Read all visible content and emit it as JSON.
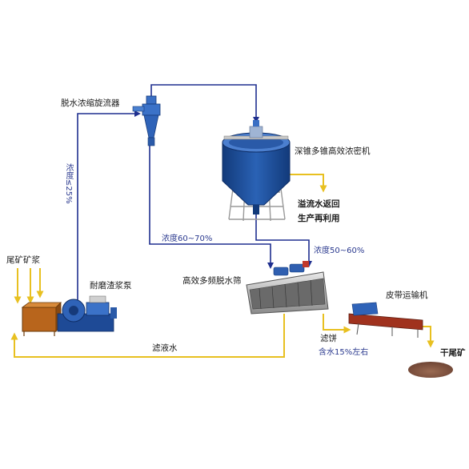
{
  "labels": {
    "cyclone": "脱水浓缩旋流器",
    "thickener": "深锥多锥高效浓密机",
    "overflow_line1": "溢流水返回",
    "overflow_line2": "生产再利用",
    "slurry_in": "尾矿矿浆",
    "pump": "耐磨渣浆泵",
    "screen": "高效多频脱水筛",
    "belt": "皮带运输机",
    "dry_tailings": "干尾矿",
    "filtrate": "滤液水",
    "cake": "滤饼",
    "cake_moisture": "含水15%左右",
    "conc_pump_to_cyclone": "浓度≤25%",
    "conc_cyclone_underflow": "浓度60~70%",
    "conc_thickener_underflow": "浓度50~60%"
  },
  "colors": {
    "flow_blue": "#1f2f8f",
    "flow_yellow": "#e8c020",
    "equipment_blue": "#1f4fa0",
    "tank_brown": "#b8651c",
    "belt_red": "#a0321e",
    "tailings_brown": "#8a5a44"
  }
}
